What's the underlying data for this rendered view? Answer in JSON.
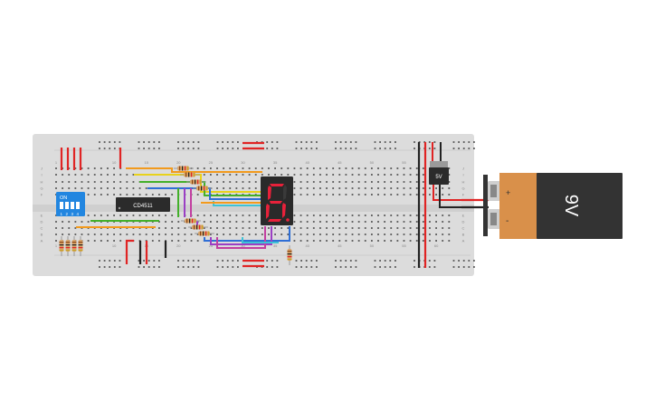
{
  "components": {
    "chip_label": "CD4511",
    "dip_switch": {
      "on_label": "ON",
      "position_labels": [
        "1",
        "2",
        "3",
        "4"
      ]
    },
    "regulator_label": "5V",
    "battery": {
      "label": "9V",
      "plus_symbol": "+",
      "minus_symbol": "-"
    }
  },
  "breadboard": {
    "column_labels": [
      "1",
      "10",
      "15",
      "20",
      "25",
      "30",
      "35",
      "40",
      "45",
      "50",
      "55",
      "60"
    ],
    "row_labels": [
      "J",
      "I",
      "H",
      "G",
      "F",
      "E",
      "D",
      "C",
      "B",
      "A"
    ]
  },
  "colors": {
    "breadboard": "#dcdcdc",
    "hole": "#555555",
    "wire_red": "#e02424",
    "wire_black": "#222222",
    "wire_orange": "#f29a1d",
    "wire_yellow": "#e8d21c",
    "wire_green": "#43b02a",
    "wire_blue": "#2f6fd6",
    "wire_purple": "#9b3fc4",
    "wire_magenta": "#c23fa0",
    "wire_cyan": "#3ec3d6",
    "segment_on": "#e8213a",
    "segment_off": "#3a3a3a",
    "dip_switch": "#2286e0",
    "battery_body": "#333333",
    "battery_cap": "#d9904a"
  }
}
